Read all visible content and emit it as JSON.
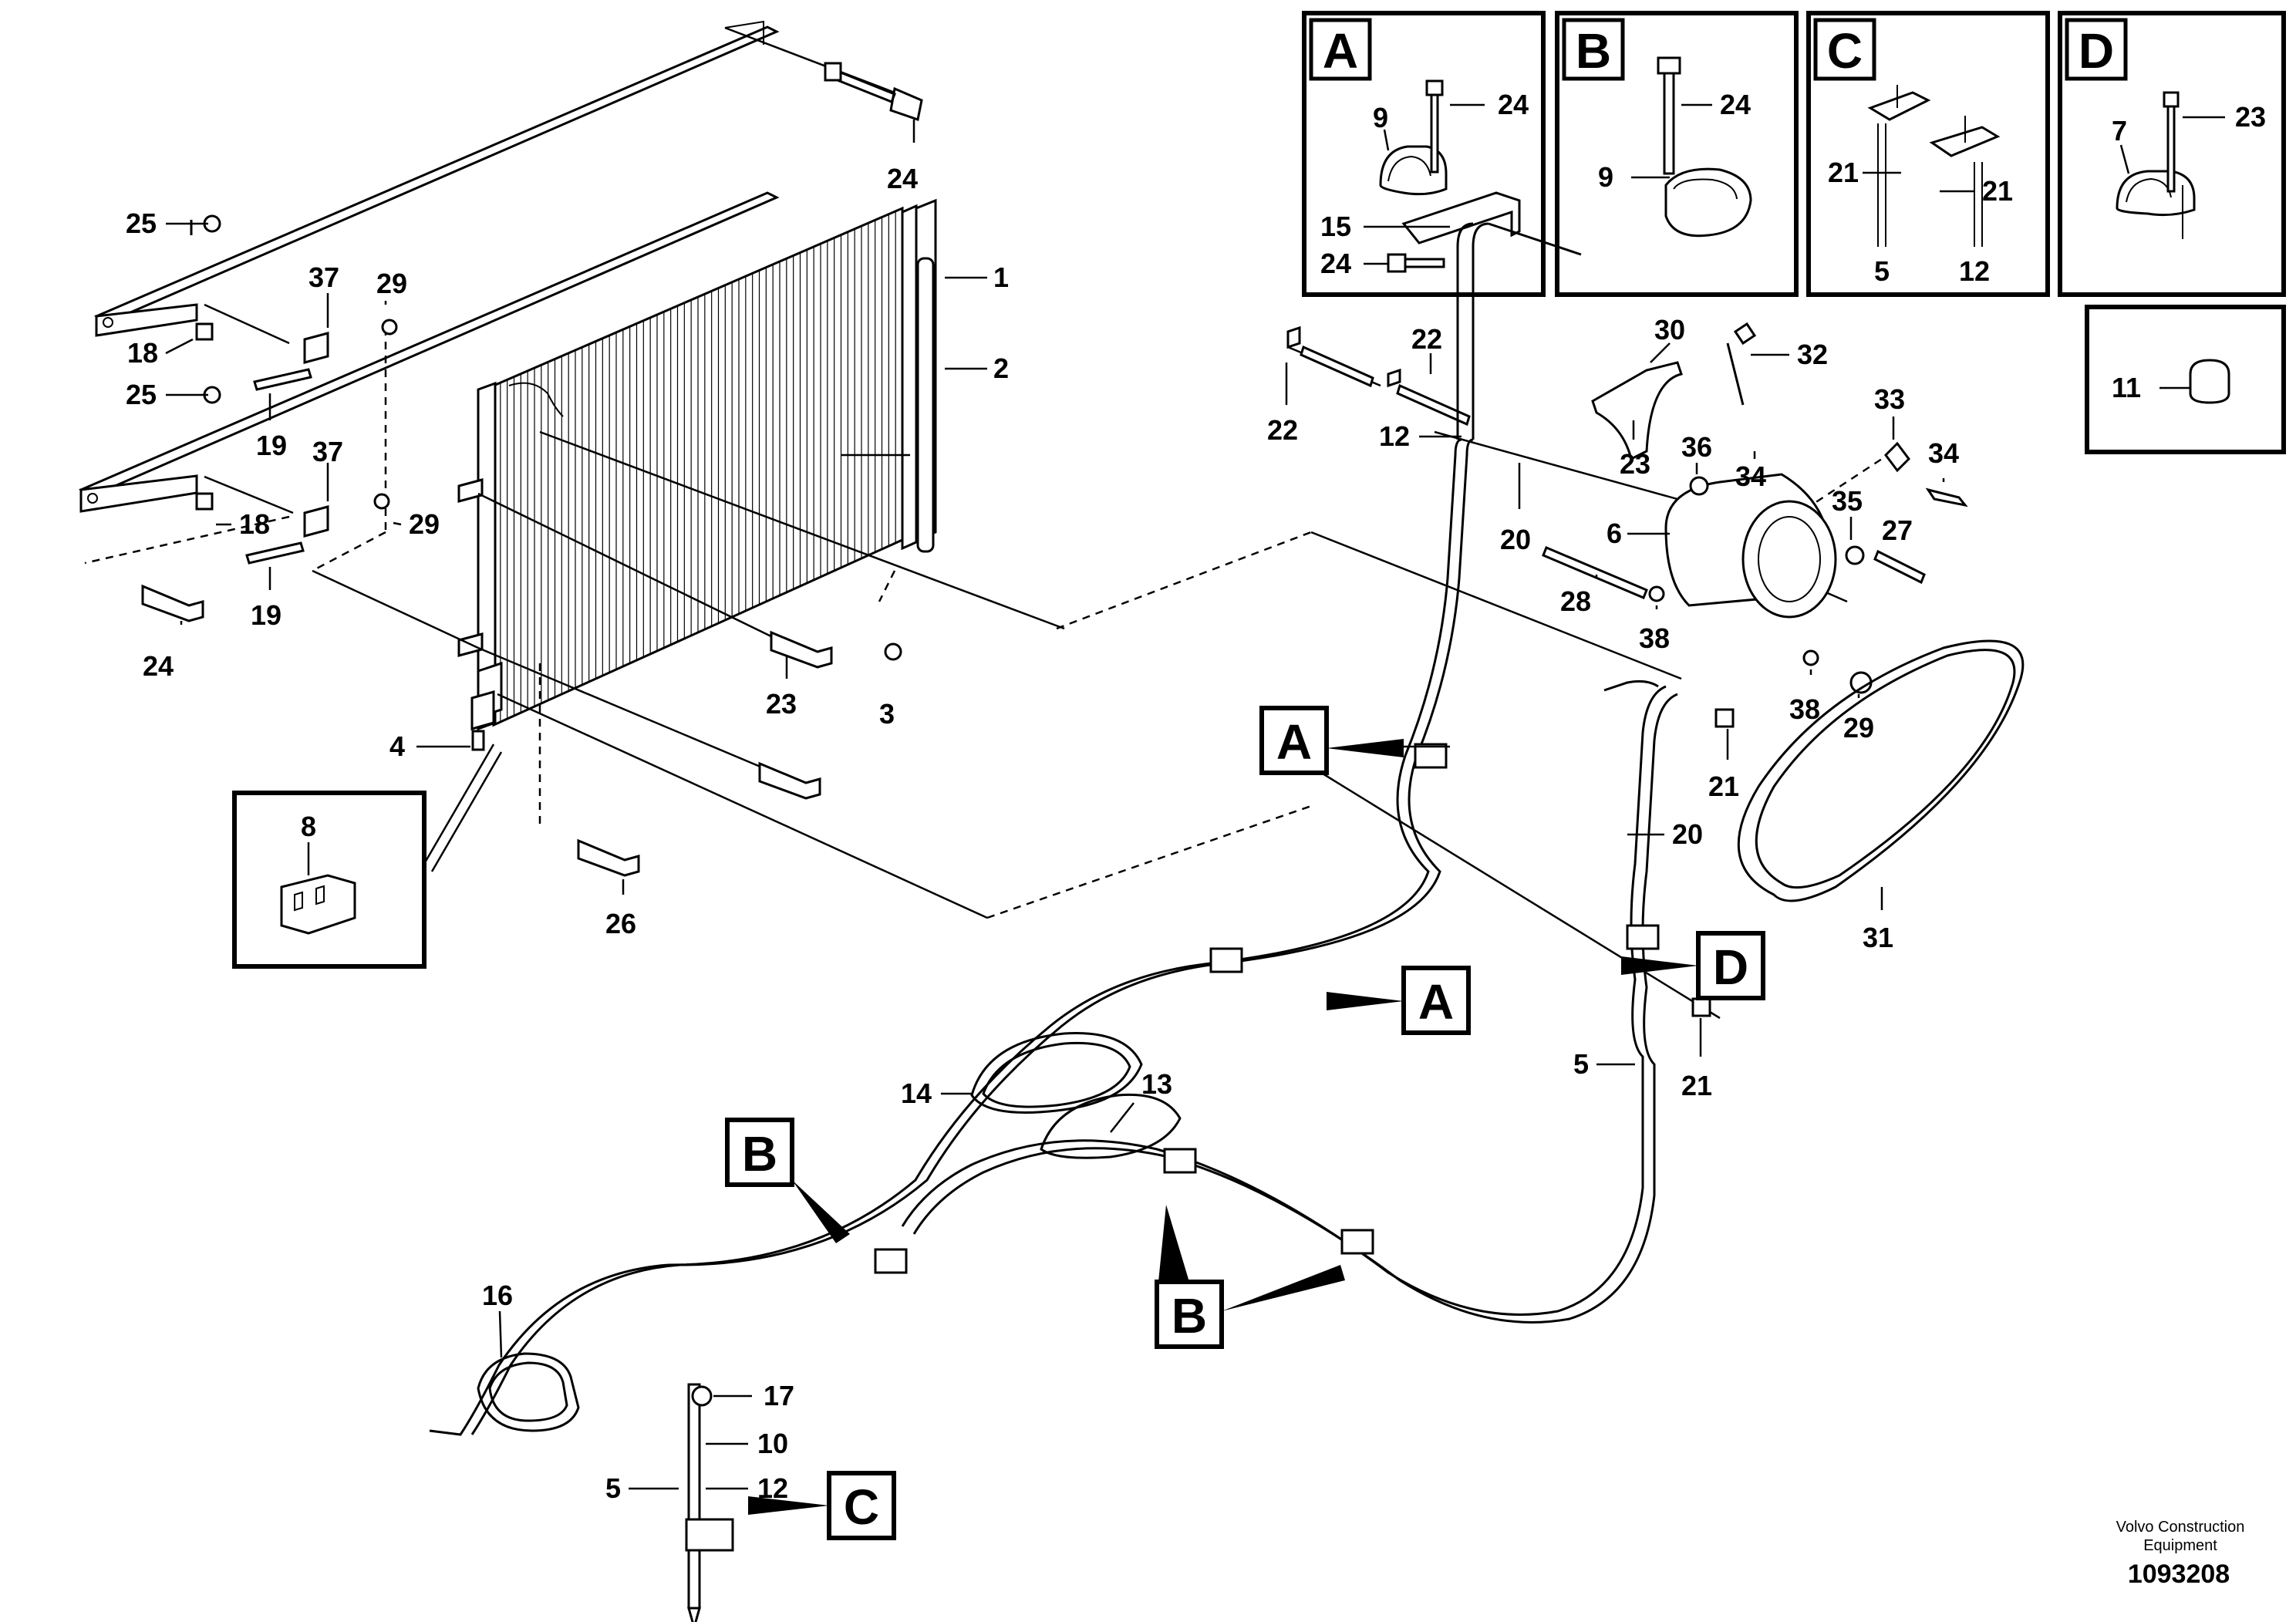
{
  "detail_views": [
    {
      "letter": "A",
      "callouts": [
        "9",
        "24",
        "15",
        "24"
      ]
    },
    {
      "letter": "B",
      "callouts": [
        "24",
        "9"
      ]
    },
    {
      "letter": "C",
      "callouts": [
        "21",
        "21",
        "5",
        "12"
      ]
    },
    {
      "letter": "D",
      "callouts": [
        "7",
        "23"
      ]
    }
  ],
  "inset_11": {
    "callout": "11"
  },
  "inset_8": {
    "callout": "8"
  },
  "main_callouts": {
    "c1": "1",
    "c2": "2",
    "c3": "3",
    "c4": "4",
    "c5a": "5",
    "c5b": "5",
    "c6": "6",
    "c10": "10",
    "c12a": "12",
    "c12b": "12",
    "c13": "13",
    "c14": "14",
    "c16": "16",
    "c17": "17",
    "c18a": "18",
    "c18b": "18",
    "c19a": "19",
    "c19b": "19",
    "c20a": "20",
    "c20b": "20",
    "c21a": "21",
    "c21b": "21",
    "c22a": "22",
    "c22b": "22",
    "c23a": "23",
    "c23b": "23",
    "c24a": "24",
    "c24b": "24",
    "c25a": "25",
    "c25b": "25",
    "c26": "26",
    "c27": "27",
    "c28": "28",
    "c29a": "29",
    "c29b": "29",
    "c29c": "29",
    "c30": "30",
    "c31": "31",
    "c32": "32",
    "c33": "33",
    "c34a": "34",
    "c34b": "34",
    "c35": "35",
    "c36": "36",
    "c37a": "37",
    "c37b": "37",
    "c38a": "38",
    "c38b": "38"
  },
  "reference_flags": {
    "flag_a1": "A",
    "flag_a2": "A",
    "flag_b1": "B",
    "flag_b2": "B",
    "flag_c": "C",
    "flag_d": "D"
  },
  "footer": {
    "company_line1": "Volvo Construction",
    "company_line2": "Equipment",
    "drawing_number": "1093208"
  }
}
